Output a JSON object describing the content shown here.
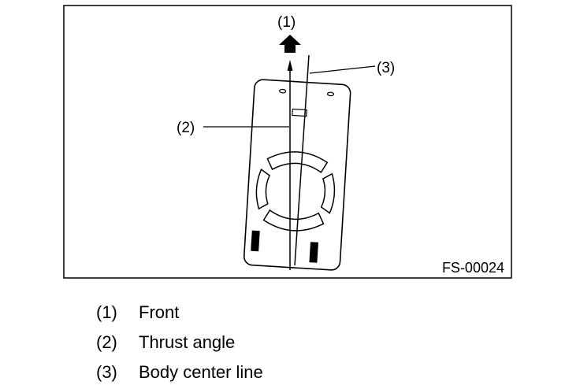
{
  "figure": {
    "code": "FS-00024",
    "callouts": [
      "(1)",
      "(2)",
      "(3)"
    ]
  },
  "legend": [
    {
      "num": "(1)",
      "text": "Front"
    },
    {
      "num": "(2)",
      "text": "Thrust angle"
    },
    {
      "num": "(3)",
      "text": "Body center line"
    }
  ]
}
